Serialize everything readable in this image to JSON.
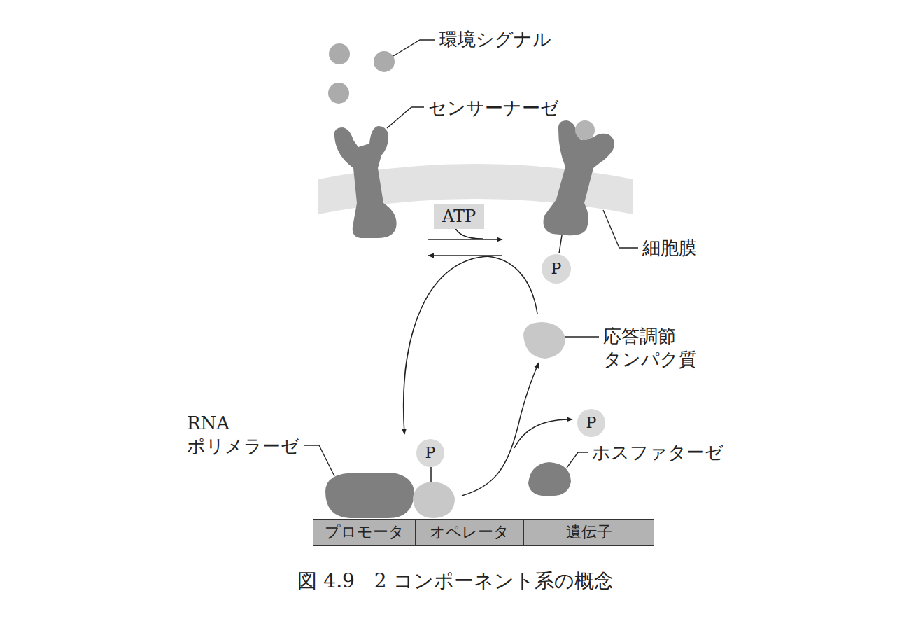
{
  "diagram": {
    "caption": "図 4.9　2 コンポーネント系の概念",
    "nodes": [
      {
        "text": [
          "ATP"
        ]
      },
      {
        "text": [
          "P"
        ]
      },
      {
        "text": [
          "P"
        ]
      },
      {
        "text": [
          "P"
        ]
      },
      {
        "text": [
          "プロモータ"
        ]
      },
      {
        "text": [
          "オペレータ"
        ]
      },
      {
        "text": [
          "遺伝子"
        ]
      }
    ],
    "labels": [
      "環境シグナル",
      "センサーナーゼ",
      "細胞膜",
      "応答調節 タンパク質",
      "RNA ポリメラーゼ",
      "ホスファターゼ"
    ]
  }
}
